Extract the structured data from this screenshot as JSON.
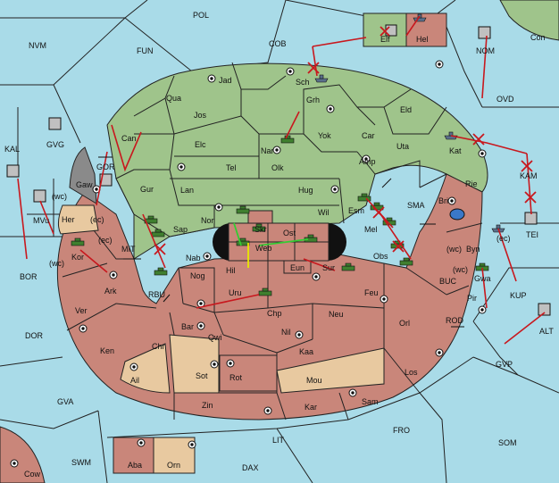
{
  "board": {
    "colors": {
      "sea": "#a9dbe8",
      "player_green": "#9fc48b",
      "player_red": "#c9867a",
      "neutral_tan": "#e8c9a0",
      "impassable": "#8a8a8a",
      "order_arrow": "#c8181e",
      "support_arrow": "#33cc33",
      "convoy_arrow": "#e8e800"
    },
    "labels": {
      "pol": "POL",
      "nvm": "NVM",
      "fun": "FUN",
      "cob": "COB",
      "nom": "NOM",
      "con": "Con",
      "ovd": "OVD",
      "elf": "Elf",
      "hel": "Hel",
      "kal": "KAL",
      "gvg": "GVG",
      "gor": "GOR",
      "mit": "MIT",
      "bor": "BOR",
      "dor": "DOR",
      "rbu": "RBU",
      "gva": "GVA",
      "swm": "SWM",
      "cow": "Cow",
      "dax": "DAX",
      "lit": "LIT",
      "fro": "FRO",
      "som": "SOM",
      "gvp": "GVP",
      "alt": "ALT",
      "kup": "KUP",
      "tei": "TEI",
      "kam": "KAM",
      "sma": "SMA",
      "buc": "BUC",
      "rod": "ROD",
      "jad": "Jad",
      "sch": "Sch",
      "qua": "Qua",
      "jos": "Jos",
      "grh": "Grh",
      "eld": "Eld",
      "can": "Can",
      "elc": "Elc",
      "nar": "Nar",
      "yok": "Yok",
      "car": "Car",
      "uta": "Uta",
      "kat": "Kat",
      "gaw": "Gaw",
      "tel": "Tel",
      "olk": "Olk",
      "amp": "Amp",
      "gur": "Gur",
      "lan": "Lan",
      "hug": "Hug",
      "bri": "Bri",
      "rie": "Rie",
      "her": "Her",
      "ec_a": "(ec)",
      "mvu": "MVu",
      "wc_a": "(wc)",
      "nor": "Nor",
      "skr": "Skr",
      "ost": "Ost",
      "wil": "Wil",
      "esm": "Esm",
      "sap": "Sap",
      "web": "Web",
      "mel": "Mel",
      "ec_b": "(ec)",
      "wc_b": "(wc)",
      "byn": "Byn",
      "ec_c": "(ec)",
      "kor": "Kor",
      "nab": "Nab",
      "eun": "Eun",
      "sur": "Sur",
      "obs": "Obs",
      "wc_c": "(wc)",
      "gwa": "Gwa",
      "hil": "Hil",
      "nog": "Nog",
      "ark": "Ark",
      "uru": "Uru",
      "feu": "Feu",
      "pir": "Pir",
      "ver": "Ver",
      "bar": "Bar",
      "chp": "Chp",
      "neu": "Neu",
      "orl": "Orl",
      "qwi": "Qwi",
      "nil": "Nil",
      "ken": "Ken",
      "chr": "Chr",
      "kaa": "Kaa",
      "sot": "Sot",
      "rot": "Rot",
      "los": "Los",
      "ail": "Ail",
      "mou": "Mou",
      "sam": "Sam",
      "zin": "Zin",
      "kar": "Kar",
      "aba": "Aba",
      "orn": "Orn"
    }
  }
}
